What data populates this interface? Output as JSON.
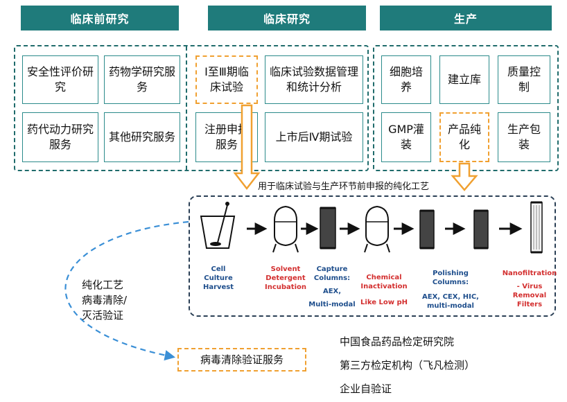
{
  "headers": {
    "preclinical": "临床前研究",
    "clinical": "临床研究",
    "production": "生产"
  },
  "preclinical_items": {
    "safety": "安全性评价研究",
    "pharmacology": "药物学研究服务",
    "pk": "药代动力研究服务",
    "other": "其他研究服务"
  },
  "clinical_items": {
    "trials": "Ⅰ至Ⅲ期临床试验",
    "data": "临床试验数据管理和统计分析",
    "registration": "注册申报服务",
    "phase4": "上市后Ⅳ期试验"
  },
  "production_items": {
    "cell_culture": "细胞培养",
    "bank": "建立库",
    "quality": "质量控制",
    "gmp": "GMP灌装",
    "purification": "产品纯化",
    "packaging": "生产包装"
  },
  "process_caption": "用于临床试验与生产环节前申报的纯化工艺",
  "process_steps": {
    "cell_culture": [
      "Cell",
      "Culture",
      "Harvest"
    ],
    "solvent": [
      "Solvent",
      "Detergent",
      "Incubation"
    ],
    "capture": [
      "Capture",
      "Columns:",
      "",
      "AEX,",
      "",
      "Multi-modal"
    ],
    "chemical": [
      "Chemical",
      "Inactivation",
      "",
      "Like Low pH"
    ],
    "polishing": [
      "Polishing",
      "Columns:",
      "",
      "AEX, CEX, HIC,",
      "multi-modal"
    ],
    "nano": [
      "Nanofiltration",
      "",
      "- Virus",
      "Removal",
      "Filters"
    ]
  },
  "side_label": [
    "纯化工艺",
    "病毒清除/",
    "灭活验证"
  ],
  "validation_service": "病毒清除验证服务",
  "validators": [
    "中国食品药品检定研究院",
    "第三方检定机构（飞凡检测）",
    "企业自验证"
  ],
  "colors": {
    "header_bg": "#1f7b7b",
    "group_border": "#1f6b6b",
    "card_border": "#2a8a8a",
    "orange": "#f0a030",
    "step_blue": "#1e4e8c",
    "step_red": "#d32f2f"
  }
}
